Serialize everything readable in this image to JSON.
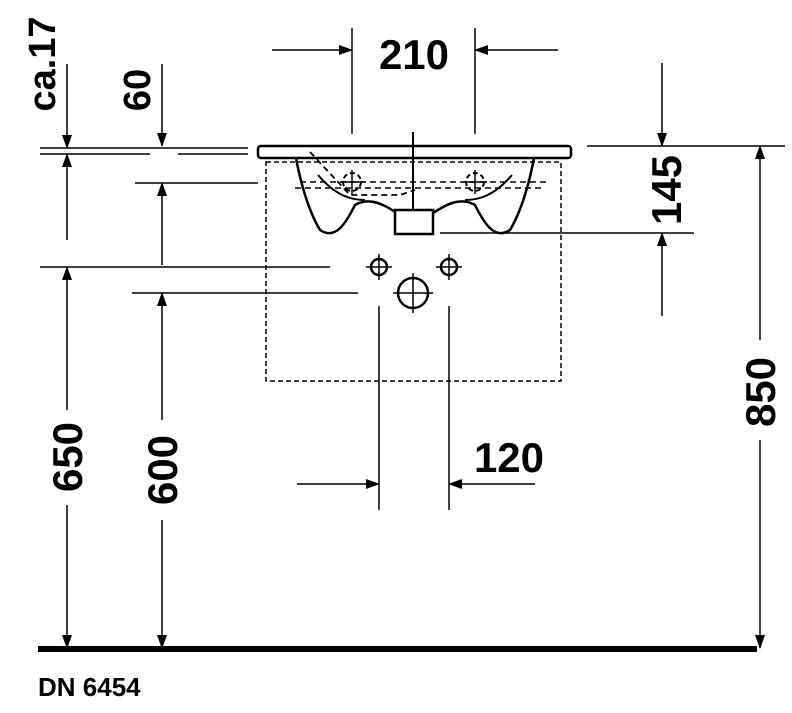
{
  "dimensions": {
    "top_width": "210",
    "tap_offset": "ca.17",
    "rim_height": "60",
    "basin_depth": "145",
    "height_650": "650",
    "height_600": "600",
    "height_850": "850",
    "drain_spacing": "120"
  },
  "product_code": "DN 6454",
  "colors": {
    "line": "#000000",
    "background": "#ffffff"
  }
}
